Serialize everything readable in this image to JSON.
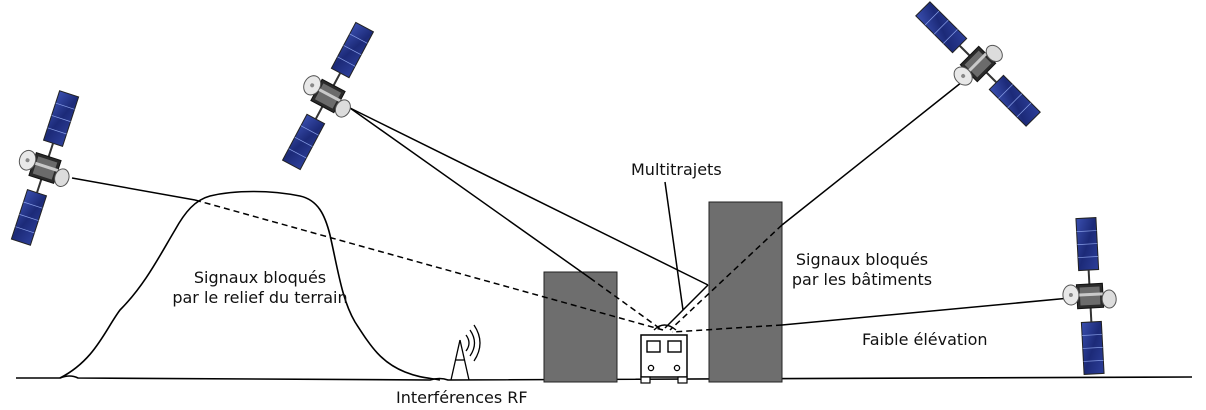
{
  "labels": {
    "multipath": "Multitrajets",
    "terrain_line1": "Signaux bloqués",
    "terrain_line2": "par le relief du terrain",
    "buildings_line1": "Signaux bloqués",
    "buildings_line2": "par les bâtiments",
    "low_elevation": "Faible élévation",
    "rf_interference": "Interférences RF"
  },
  "icons": {
    "satellite": "satellite-icon",
    "antenna": "radio-antenna-icon",
    "receiver": "vehicle-receiver-icon"
  },
  "colors": {
    "building": "#6e6e6e",
    "line": "#000000",
    "panel": "#1f2f7a"
  }
}
